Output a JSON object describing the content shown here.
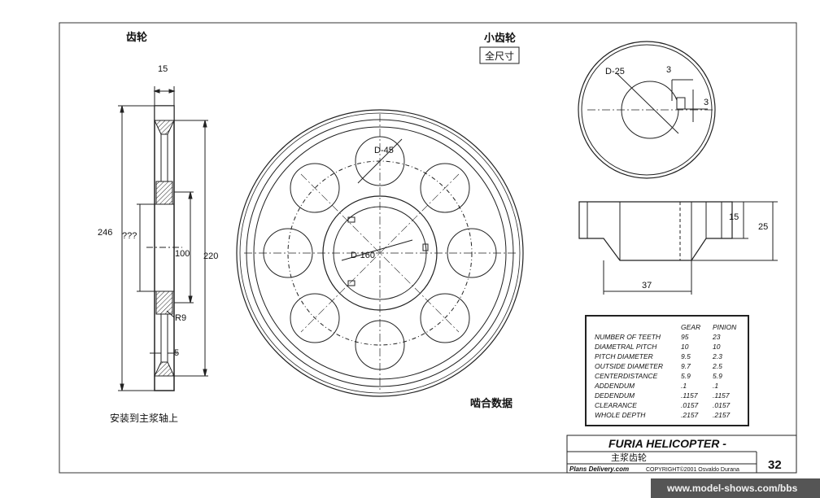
{
  "labels": {
    "gear_title": "齿轮",
    "pinion_title": "小齿轮",
    "full_size": "全尺寸",
    "mount_note": "安装到主浆轴上",
    "mesh_data": "啮合数据"
  },
  "gear_side": {
    "dim_width": "15",
    "dim_outer": "246",
    "dim_unknown": "???",
    "dim_bore": "100",
    "dim_root": "220",
    "dim_radius": "R9",
    "dim_web": "5"
  },
  "gear_front": {
    "hole_dia": "D-45",
    "center_dia": "D-160"
  },
  "pinion": {
    "bore_dia": "D-25",
    "key_w": "3",
    "key_h": "3",
    "hub_h": "15",
    "total_h": "25",
    "hub_w": "37"
  },
  "mesh_table": {
    "headers": [
      "GEAR",
      "PINION"
    ],
    "rows": [
      {
        "name": "NUMBER OF TEETH",
        "gear": "95",
        "pinion": "23"
      },
      {
        "name": "DIAMETRAL PITCH",
        "gear": "10",
        "pinion": "10"
      },
      {
        "name": "PITCH DIAMETER",
        "gear": "9.5",
        "pinion": "2.3"
      },
      {
        "name": "OUTSIDE DIAMETER",
        "gear": "9.7",
        "pinion": "2.5"
      },
      {
        "name": "CENTERDISTANCE",
        "gear": "5.9",
        "pinion": "5.9"
      },
      {
        "name": "ADDENDUM",
        "gear": ".1",
        "pinion": ".1"
      },
      {
        "name": "DEDENDUM",
        "gear": ".1157",
        "pinion": ".1157"
      },
      {
        "name": "CLEARANCE",
        "gear": ".0157",
        "pinion": ".0157"
      },
      {
        "name": "WHOLE DEPTH",
        "gear": ".2157",
        "pinion": ".2157"
      }
    ]
  },
  "title_block": {
    "title": "FURIA HELICOPTER -",
    "subtitle": "主浆齿轮",
    "source": "Plans Delivery.com",
    "copyright": "COPYRIGHT©2001 Osvaldo Durana",
    "sheet": "32"
  },
  "watermark": "www.model-shows.com/bbs"
}
